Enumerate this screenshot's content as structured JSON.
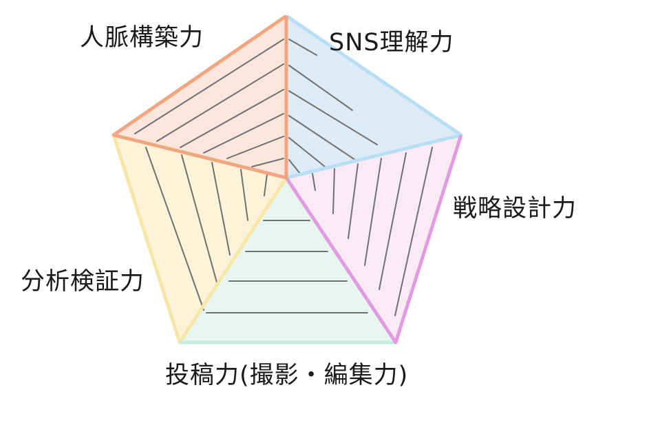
{
  "segments": [
    {
      "id": "network",
      "label": "人脈構築力",
      "fill": "#fbe6dc",
      "stroke": "#f2a57f"
    },
    {
      "id": "sns",
      "label": "SNS理解力",
      "fill": "#dcebf5",
      "stroke": "#b8def3"
    },
    {
      "id": "strategy",
      "label": "戦略設計力",
      "fill": "#faeaf4",
      "stroke": "#e29be0"
    },
    {
      "id": "posting",
      "label": "投稿力(撮影・編集力)",
      "fill": "#e8f6ef",
      "stroke": "#c6ece3"
    },
    {
      "id": "analysis",
      "label": "分析検証力",
      "fill": "#fcf3d8",
      "stroke": "#f6e7a6"
    }
  ],
  "hatch_color": "#6f6f6f"
}
